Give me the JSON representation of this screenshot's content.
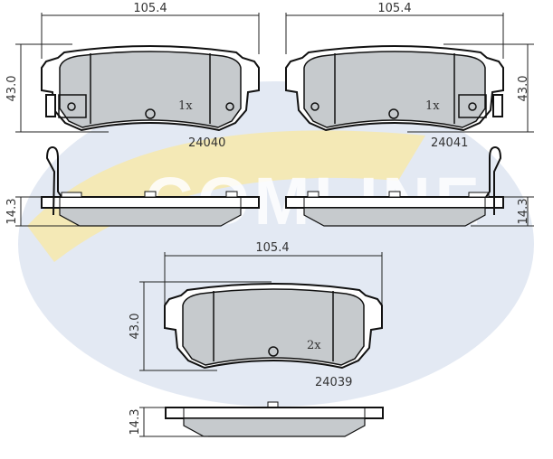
{
  "watermark": {
    "brand": "COMLINE",
    "colors": {
      "yellow": "#f7e9a6",
      "blue": "#e3e9f3"
    }
  },
  "pads": [
    {
      "part_number": "24040",
      "quantity": "1x",
      "width": "105.4",
      "height": "43.0",
      "thickness": "14.3"
    },
    {
      "part_number": "24041",
      "quantity": "1x",
      "width": "105.4",
      "height": "43.0",
      "thickness": "14.3"
    },
    {
      "part_number": "24039",
      "quantity": "2x",
      "width": "105.4",
      "height": "43.0",
      "thickness": "14.3"
    }
  ],
  "colors": {
    "friction": "#c6cacd",
    "line": "#222222"
  }
}
